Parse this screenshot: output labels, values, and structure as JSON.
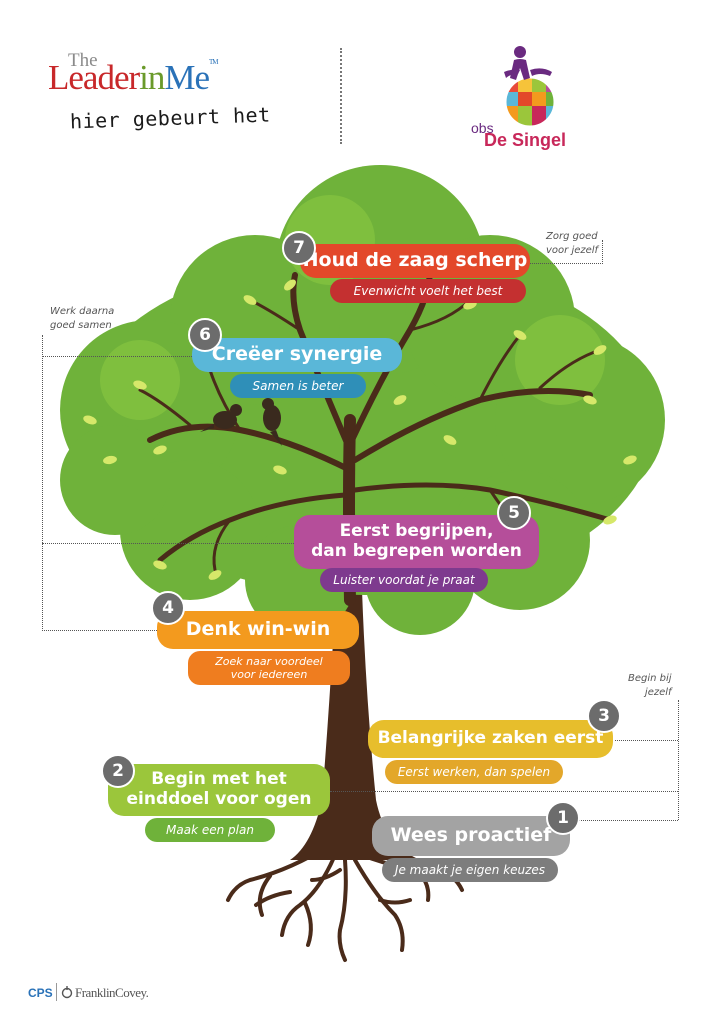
{
  "header": {
    "logo_the": "The",
    "logo_leader": "Leader",
    "logo_in": "in",
    "logo_me": "Me",
    "logo_tm": "TM",
    "tagline": "hier gebeurt het",
    "school_obs": "obs",
    "school_name": "De Singel"
  },
  "habits": [
    {
      "number": "7",
      "title": "Houd de zaag scherp",
      "subtitle": "Evenwicht voelt het best",
      "color": "#e3482a",
      "subcolor": "#c43030"
    },
    {
      "number": "6",
      "title": "Creëer synergie",
      "subtitle": "Samen is beter",
      "color": "#5ab7d8",
      "subcolor": "#2f8fb8"
    },
    {
      "number": "5",
      "title_line1": "Eerst begrijpen,",
      "title_line2": "dan begrepen worden",
      "subtitle": "Luister voordat je praat",
      "color": "#b54e9a",
      "subcolor": "#7e3a8e"
    },
    {
      "number": "4",
      "title": "Denk win-win",
      "subtitle_line1": "Zoek naar voordeel",
      "subtitle_line2": "voor iedereen",
      "color": "#f39a1e",
      "subcolor": "#ef7d1f"
    },
    {
      "number": "3",
      "title": "Belangrijke zaken eerst",
      "subtitle": "Eerst werken, dan spelen",
      "color": "#e7be2c",
      "subcolor": "#e3a72a"
    },
    {
      "number": "2",
      "title_line1": "Begin met het",
      "title_line2": "einddoel voor ogen",
      "subtitle": "Maak een plan",
      "color": "#9bc63b",
      "subcolor": "#6fb23a"
    },
    {
      "number": "1",
      "title": "Wees proactief",
      "subtitle": "Je maakt je eigen keuzes",
      "color": "#a3a3a3",
      "subcolor": "#7d7d7d"
    }
  ],
  "notes": {
    "top_right_line1": "Zorg goed",
    "top_right_line2": "voor jezelf",
    "left_line1": "Werk daarna",
    "left_line2": "goed samen",
    "right_line1": "Begin bij",
    "right_line2": "jezelf"
  },
  "footer": {
    "cps": "CPS",
    "franklincovey": "FranklinCovey."
  }
}
